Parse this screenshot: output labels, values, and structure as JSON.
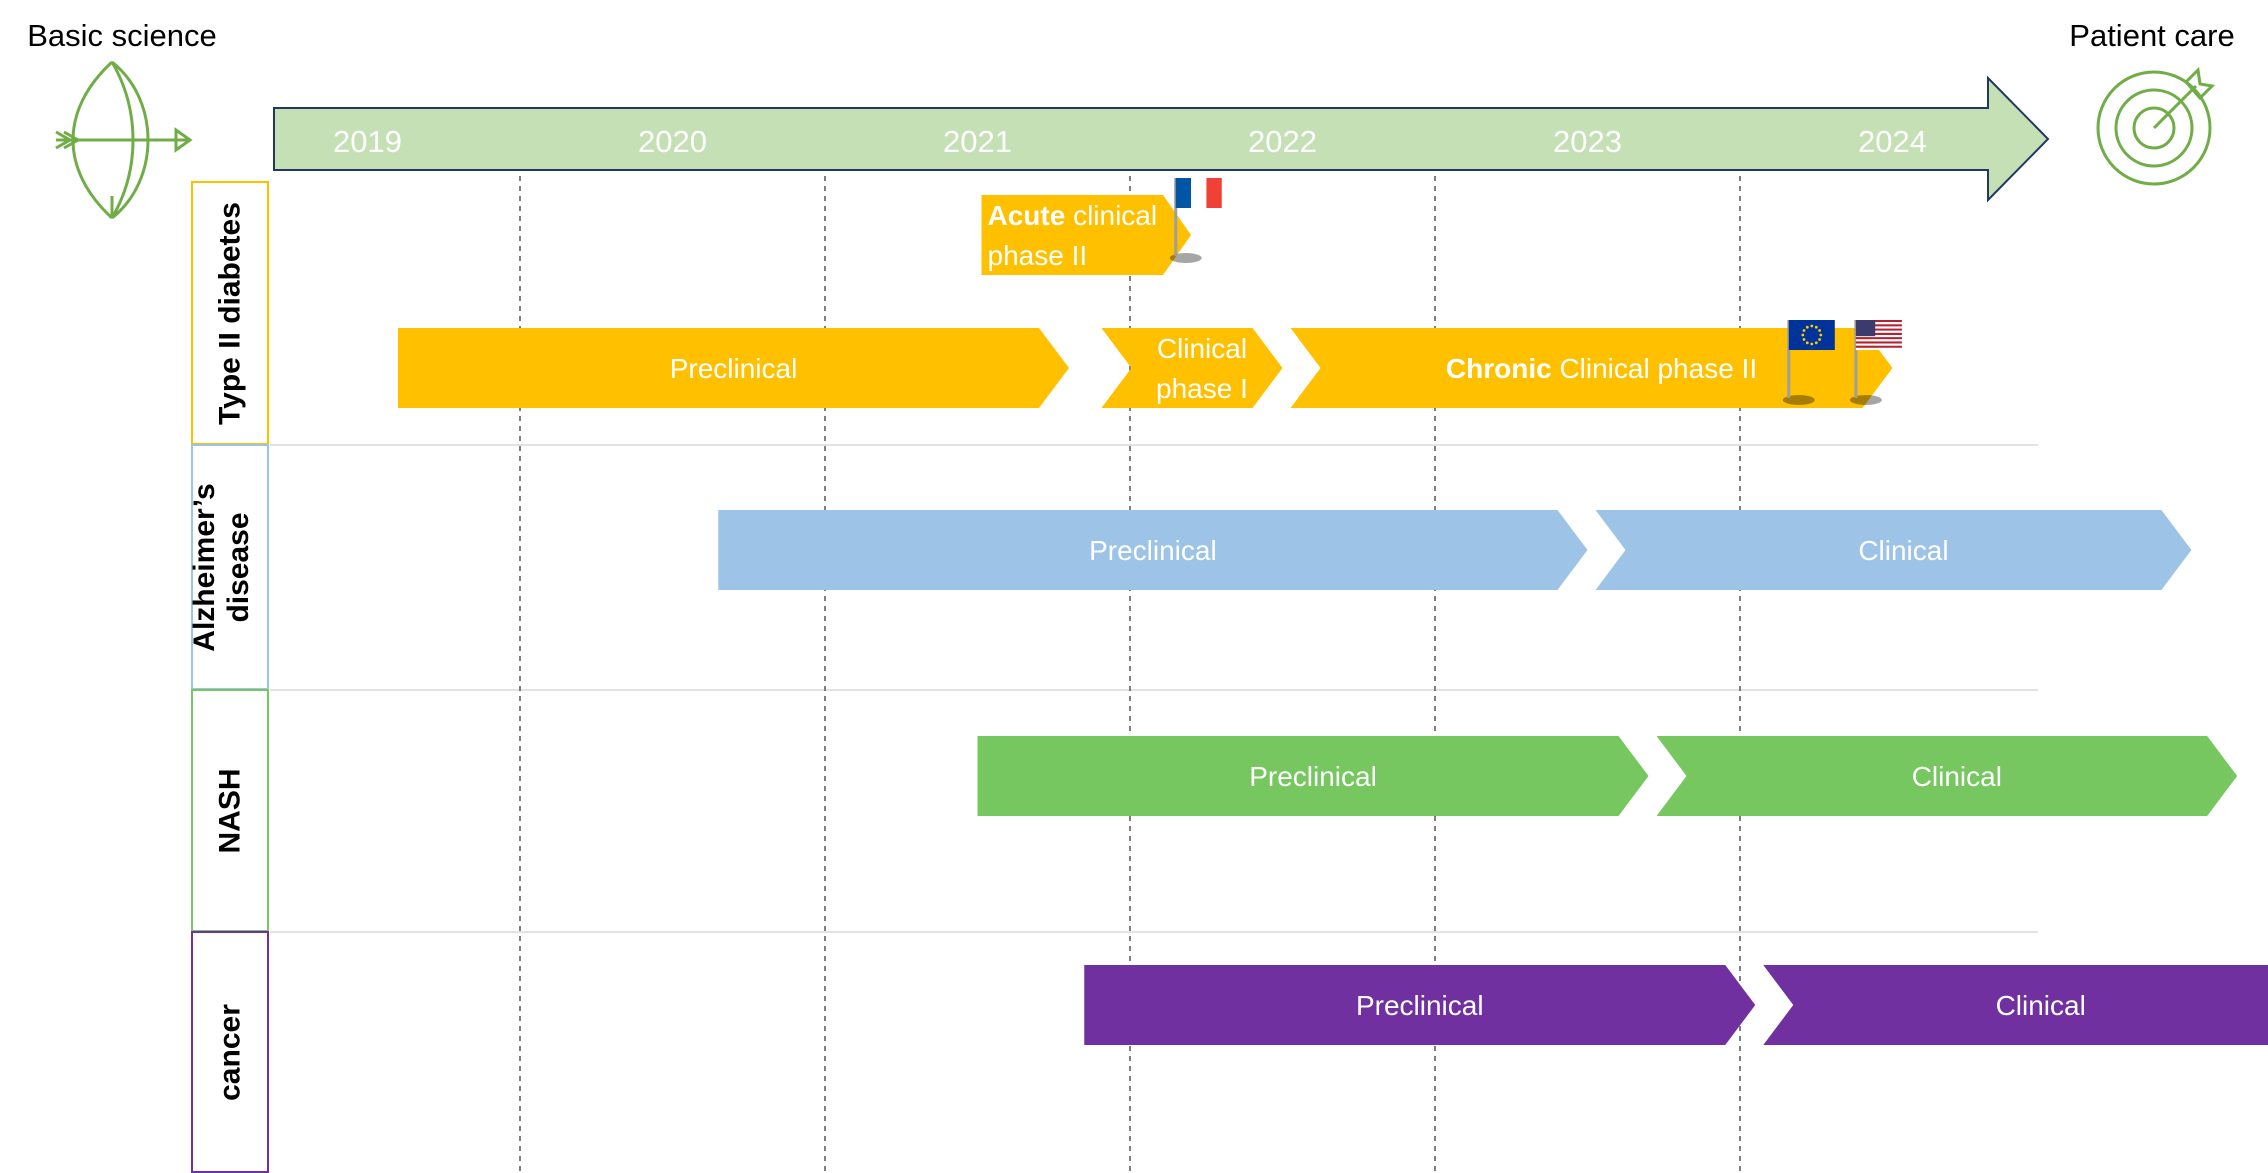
{
  "header": {
    "left_label": "Basic science",
    "right_label": "Patient care",
    "left_icon": "bow-and-arrow-icon",
    "right_icon": "target-icon"
  },
  "timeline": {
    "years": [
      "2019",
      "2020",
      "2021",
      "2022",
      "2023",
      "2024"
    ],
    "arrow_color": "#c5e0b4",
    "arrow_border": "#1f3864"
  },
  "rows": [
    {
      "label": "Type II diabetes",
      "color": "#ffc000",
      "phases": [
        {
          "label": "Preclinical",
          "start": 2019.1,
          "end": 2021.3
        },
        {
          "label": "Clinical phase I",
          "start": 2021.38,
          "end": 2022.0
        },
        {
          "bold": "Chronic",
          "label": " Clinical phase II",
          "start": 2022.0,
          "end": 2024.0
        }
      ],
      "extra_phase": {
        "bold": "Acute",
        "label": " clinical phase II",
        "start": 2021.0,
        "end": 2021.7
      },
      "flags": [
        {
          "icon": "france-flag-icon",
          "at": 2021.65,
          "on": "extra"
        },
        {
          "icon": "eu-flag-icon",
          "at": 2023.66,
          "on": "main"
        },
        {
          "icon": "usa-flag-icon",
          "at": 2023.88,
          "on": "main"
        }
      ]
    },
    {
      "label": "Alzheimer’s disease",
      "color": "#9dc3e6",
      "phases": [
        {
          "label": "Preclinical",
          "start": 2020.15,
          "end": 2023.0
        },
        {
          "label": "Clinical",
          "start": 2023.0,
          "end": 2024.98
        }
      ]
    },
    {
      "label": "NASH",
      "color": "#76c760",
      "phases": [
        {
          "label": "Preclinical",
          "start": 2021.0,
          "end": 2023.2
        },
        {
          "label": "Clinical",
          "start": 2023.2,
          "end": 2025.13
        }
      ]
    },
    {
      "label": "cancer",
      "color": "#7030a0",
      "phases": [
        {
          "label": "Preclinical",
          "start": 2021.35,
          "end": 2023.55
        },
        {
          "label": "Clinical",
          "start": 2023.55,
          "end": 2025.33
        }
      ]
    }
  ]
}
